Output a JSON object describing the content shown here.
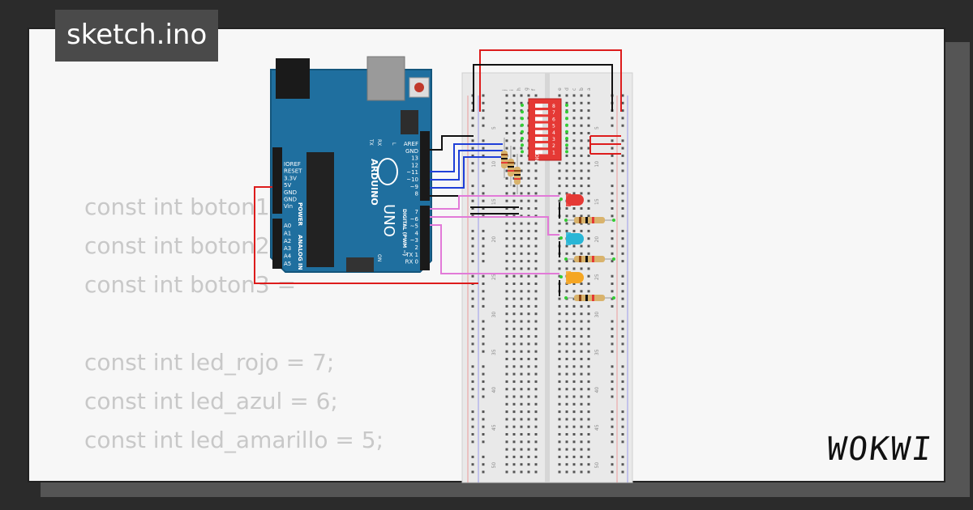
{
  "window": {
    "filename": "sketch.ino",
    "brand": "WOKWI"
  },
  "code_lines": [
    "const int boton1 = ",
    "const int boton2 = ",
    "const int boton3 = ",
    "",
    "const int led_rojo = 7;",
    "const int led_azul = 6;",
    "const int led_amarillo = 5;"
  ],
  "arduino": {
    "logo_text": "ARDUINO",
    "model_text": "UNO",
    "power_header": [
      "IOREF",
      "RESET",
      "3.3V",
      "5V",
      "GND",
      "GND",
      "Vin"
    ],
    "power_label": "POWER",
    "analog_header": [
      "A0",
      "A1",
      "A2",
      "A3",
      "A4",
      "A5"
    ],
    "analog_label": "ANALOG IN",
    "digital_header_top": [
      "AREF",
      "GND",
      "13",
      "12",
      "~11",
      "~10",
      "~9",
      "8"
    ],
    "digital_header_bottom": [
      "7",
      "~6",
      "~5",
      "4",
      "~3",
      "2",
      "TX 1",
      "RX 0"
    ],
    "digital_label": "DIGITAL (PWM ~)",
    "tx_label": "TX",
    "rx_label": "RX",
    "l_label": "L",
    "on_label": "ON"
  },
  "dip_switch": {
    "label": "ON",
    "positions": [
      "8",
      "7",
      "6",
      "5",
      "4",
      "3",
      "2",
      "1"
    ]
  },
  "breadboard": {
    "column_letters_left": [
      "j",
      "i",
      "h",
      "g",
      "f"
    ],
    "column_letters_right": [
      "e",
      "d",
      "c",
      "b",
      "a"
    ],
    "row_numbers": [
      "5",
      "10",
      "15",
      "20",
      "25",
      "30",
      "35",
      "40",
      "45",
      "50"
    ]
  },
  "leds": [
    {
      "name": "red",
      "color": "#e53935"
    },
    {
      "name": "blue",
      "color": "#29b6d6"
    },
    {
      "name": "amber",
      "color": "#f5a623"
    }
  ],
  "wire_colors": {
    "red": "#dd1c1c",
    "black": "#111111",
    "blue": "#1f3fd8",
    "pink": "#e27ad8"
  }
}
